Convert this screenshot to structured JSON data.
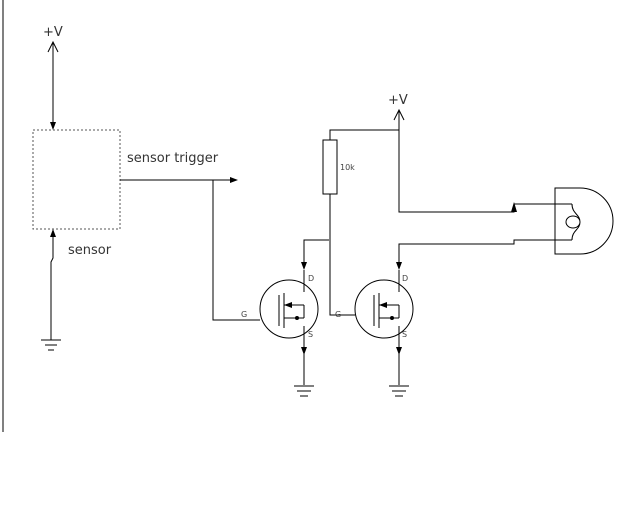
{
  "labels": {
    "vplus_left": "+V",
    "vplus_right": "+V",
    "sensor_trigger": "sensor trigger",
    "sensor": "sensor",
    "resistor_value": "10k"
  },
  "mosfet1": {
    "gate": "G",
    "drain": "D",
    "source": "S"
  },
  "mosfet2": {
    "gate": "G",
    "drain": "D",
    "source": "S"
  },
  "colors": {
    "wire": "#000000",
    "dashed_box": "#555555"
  }
}
